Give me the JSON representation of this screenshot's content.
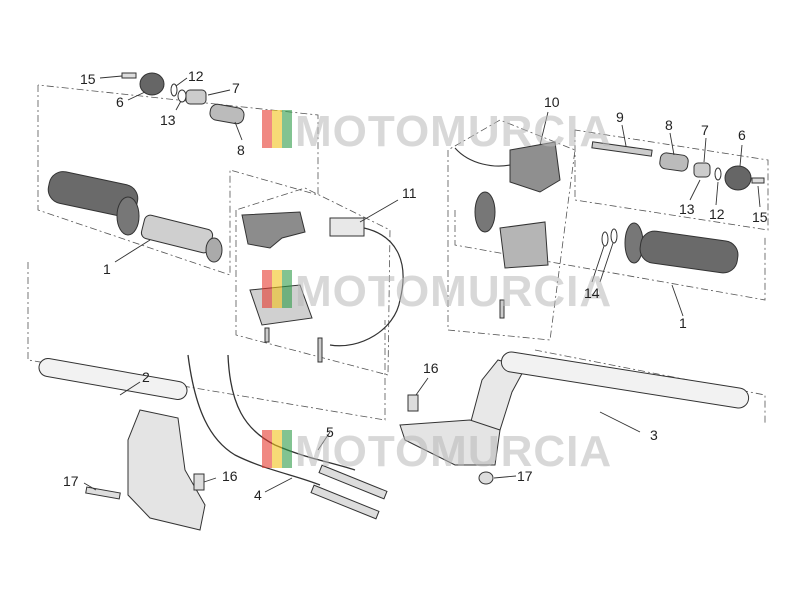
{
  "diagram": {
    "callouts": {
      "c15_left": "15",
      "c12_left": "12",
      "c6_left": "6",
      "c13_left": "13",
      "c7_left": "7",
      "c8_left": "8",
      "c1_left": "1",
      "c11": "11",
      "c10": "10",
      "c9": "9",
      "c8_right": "8",
      "c7_right": "7",
      "c6_right": "6",
      "c13_right": "13",
      "c12_right": "12",
      "c15_right": "15",
      "c14": "14",
      "c1_right": "1",
      "c2": "2",
      "c3": "3",
      "c16_mid": "16",
      "c16_left": "16",
      "c17_left": "17",
      "c17_right": "17",
      "c4": "4",
      "c5": "5"
    },
    "watermark": {
      "text": "MOTOMURCIA",
      "prefix": "M",
      "colors": [
        "#e63a2e",
        "#f2c21a",
        "#2f9b48"
      ]
    }
  }
}
